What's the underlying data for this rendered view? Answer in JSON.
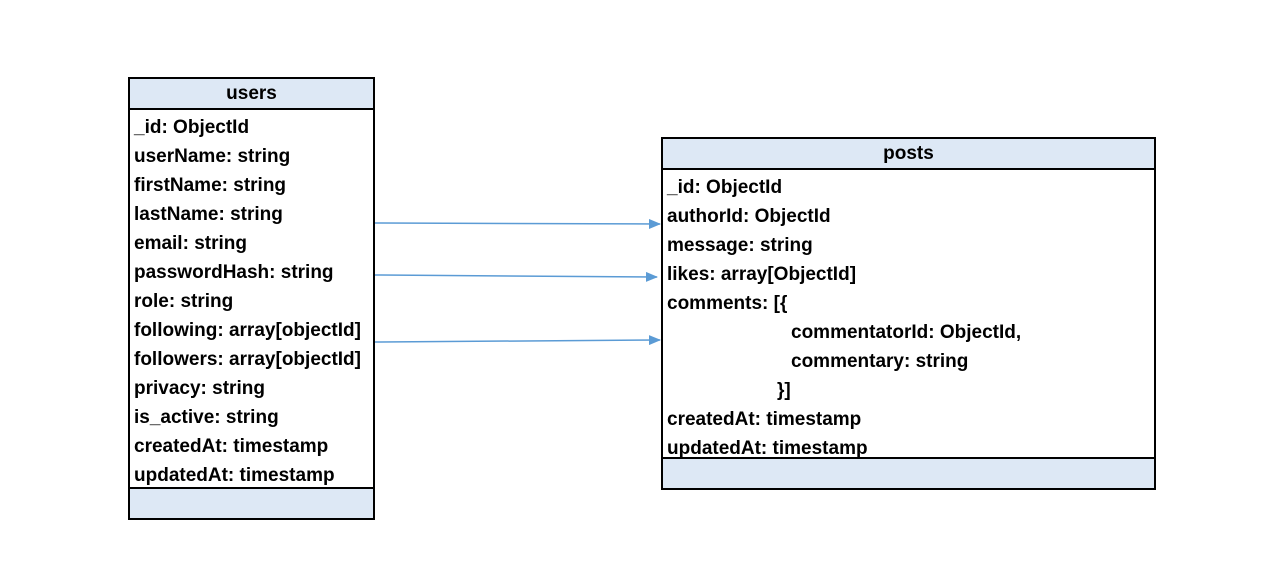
{
  "colors": {
    "header_fill": "#dde8f5",
    "border": "#000000",
    "connector": "#5b9bd5"
  },
  "users": {
    "title": "users",
    "fields": [
      "_id: ObjectId",
      "userName: string",
      "firstName: string",
      "lastName: string",
      "email: string",
      "passwordHash: string",
      "role: string",
      "following: array[objectId]",
      "followers: array[objectId]",
      "privacy: string",
      "is_active: string",
      "createdAt: timestamp",
      "updatedAt: timestamp"
    ]
  },
  "posts": {
    "title": "posts",
    "fields": [
      "_id: ObjectId",
      "authorId: ObjectId",
      "message: string",
      "likes: array[ObjectId]",
      "comments: [{",
      "commentatorId: ObjectId,",
      "commentary: string",
      "}]",
      "createdAt: timestamp",
      "updatedAt: timestamp"
    ]
  },
  "relations": [
    {
      "from": "users._id",
      "to": "posts.authorId"
    },
    {
      "from": "users._id",
      "to": "posts.likes"
    },
    {
      "from": "users._id",
      "to": "posts.comments.commentatorId"
    }
  ]
}
